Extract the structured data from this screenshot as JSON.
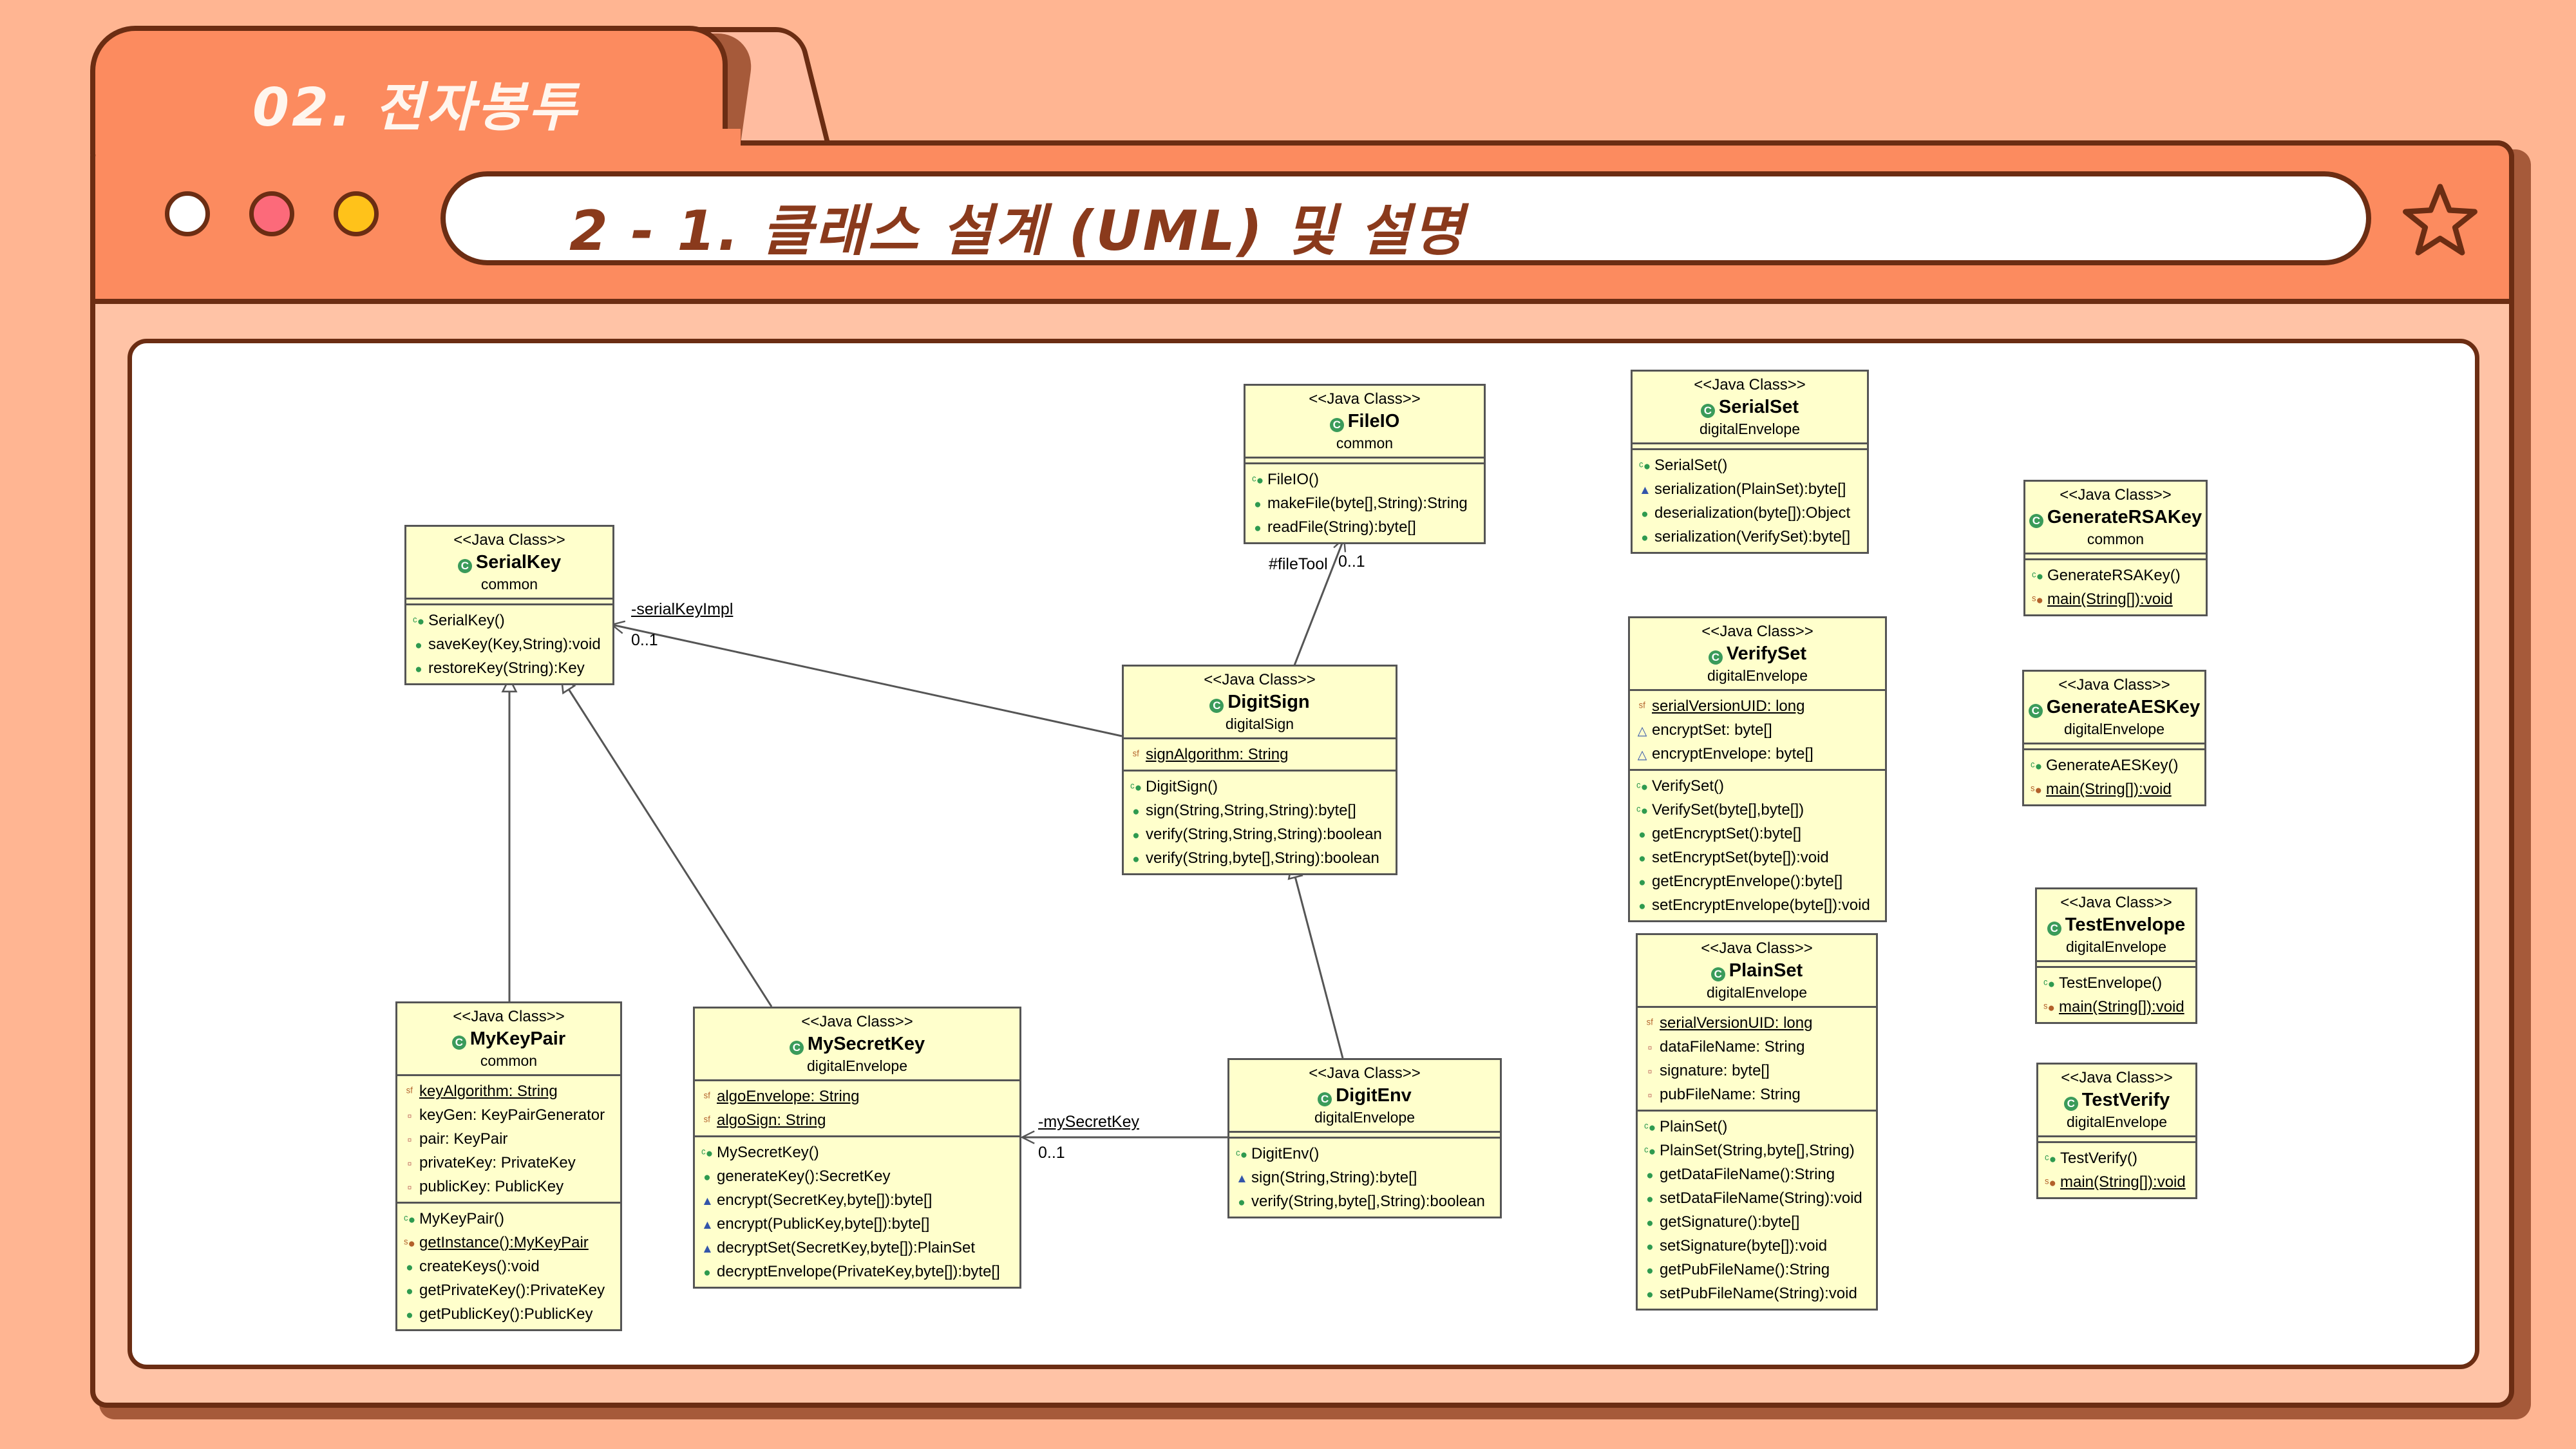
{
  "header": {
    "tab_title": "02. 전자봉투",
    "page_title": "2 - 1. 클래스 설계 (UML) 및 설명"
  },
  "colors": {
    "background": "#ffb592",
    "titlebar": "#fc8b5f",
    "outline": "#6b2d13",
    "dot_white": "#ffffff",
    "dot_red": "#fc6a7a",
    "dot_yellow": "#ffc21a",
    "uml_fill": "#ffffcc"
  },
  "icons": [
    "window-dot-icon",
    "star-icon",
    "class-icon"
  ],
  "stereotype": "<<Java Class>>",
  "classes": {
    "fileio": {
      "name": "FileIO",
      "package": "common",
      "attrs": [],
      "methods": [
        "FileIO()",
        "makeFile(byte[],String):String",
        "readFile(String):byte[]"
      ]
    },
    "serialset": {
      "name": "SerialSet",
      "package": "digitalEnvelope",
      "attrs": [],
      "methods": [
        "SerialSet()",
        "serialization(PlainSet):byte[]",
        "deserialization(byte[]):Object",
        "serialization(VerifySet):byte[]"
      ]
    },
    "generatersakey": {
      "name": "GenerateRSAKey",
      "package": "common",
      "attrs": [],
      "methods": [
        "GenerateRSAKey()",
        "main(String[]):void"
      ]
    },
    "serialkey": {
      "name": "SerialKey",
      "package": "common",
      "attrs": [],
      "methods": [
        "SerialKey()",
        "saveKey(Key,String):void",
        "restoreKey(String):Key"
      ]
    },
    "verifyset": {
      "name": "VerifySet",
      "package": "digitalEnvelope",
      "attrs": [
        "serialVersionUID: long",
        "encryptSet: byte[]",
        "encryptEnvelope: byte[]"
      ],
      "methods": [
        "VerifySet()",
        "VerifySet(byte[],byte[])",
        "getEncryptSet():byte[]",
        "setEncryptSet(byte[]):void",
        "getEncryptEnvelope():byte[]",
        "setEncryptEnvelope(byte[]):void"
      ]
    },
    "generateaeskey": {
      "name": "GenerateAESKey",
      "package": "digitalEnvelope",
      "attrs": [],
      "methods": [
        "GenerateAESKey()",
        "main(String[]):void"
      ]
    },
    "digitsign": {
      "name": "DigitSign",
      "package": "digitalSign",
      "attrs": [
        "signAlgorithm: String"
      ],
      "methods": [
        "DigitSign()",
        "sign(String,String,String):byte[]",
        "verify(String,String,String):boolean",
        "verify(String,byte[],String):boolean"
      ]
    },
    "testenvelope": {
      "name": "TestEnvelope",
      "package": "digitalEnvelope",
      "attrs": [],
      "methods": [
        "TestEnvelope()",
        "main(String[]):void"
      ]
    },
    "plainset": {
      "name": "PlainSet",
      "package": "digitalEnvelope",
      "attrs": [
        "serialVersionUID: long",
        "dataFileName: String",
        "signature: byte[]",
        "pubFileName: String"
      ],
      "methods": [
        "PlainSet()",
        "PlainSet(String,byte[],String)",
        "getDataFileName():String",
        "setDataFileName(String):void",
        "getSignature():byte[]",
        "setSignature(byte[]):void",
        "getPubFileName():String",
        "setPubFileName(String):void"
      ]
    },
    "testverify": {
      "name": "TestVerify",
      "package": "digitalEnvelope",
      "attrs": [],
      "methods": [
        "TestVerify()",
        "main(String[]):void"
      ]
    },
    "mykeypair": {
      "name": "MyKeyPair",
      "package": "common",
      "attrs": [
        "keyAlgorithm: String",
        "keyGen: KeyPairGenerator",
        "pair: KeyPair",
        "privateKey: PrivateKey",
        "publicKey: PublicKey"
      ],
      "methods": [
        "MyKeyPair()",
        "getInstance():MyKeyPair",
        "createKeys():void",
        "getPrivateKey():PrivateKey",
        "getPublicKey():PublicKey"
      ]
    },
    "mysecretkey": {
      "name": "MySecretKey",
      "package": "digitalEnvelope",
      "attrs": [
        "algoEnvelope: String",
        "algoSign: String"
      ],
      "methods": [
        "MySecretKey()",
        "generateKey():SecretKey",
        "encrypt(SecretKey,byte[]):byte[]",
        "encrypt(PublicKey,byte[]):byte[]",
        "decryptSet(SecretKey,byte[]):PlainSet",
        "decryptEnvelope(PrivateKey,byte[]):byte[]"
      ]
    },
    "digitenv": {
      "name": "DigitEnv",
      "package": "digitalEnvelope",
      "attrs": [],
      "methods": [
        "DigitEnv()",
        "sign(String,String):byte[]",
        "verify(String,byte[],String):boolean"
      ]
    }
  },
  "associations": {
    "serial_key_impl": "-serialKeyImpl",
    "serial_key_impl_mult": "0..1",
    "file_tool": "#fileTool",
    "file_tool_mult": "0..1",
    "my_secret_key": "-mySecretKey",
    "my_secret_key_mult": "0..1"
  }
}
